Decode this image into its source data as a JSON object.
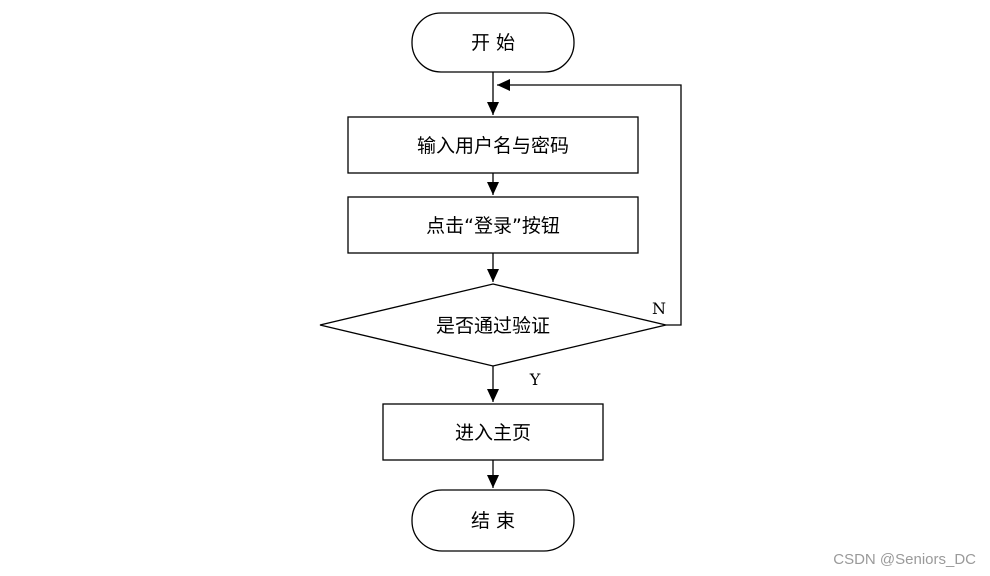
{
  "flowchart": {
    "nodes": {
      "start": "开 始",
      "input": "输入用户名与密码",
      "click_login": "点击“登录”按钮",
      "decision": "是否通过验证",
      "enter_home": "进入主页",
      "end": "结 束"
    },
    "branches": {
      "no": "N",
      "yes": "Y"
    }
  },
  "watermark": "CSDN @Seniors_DC"
}
